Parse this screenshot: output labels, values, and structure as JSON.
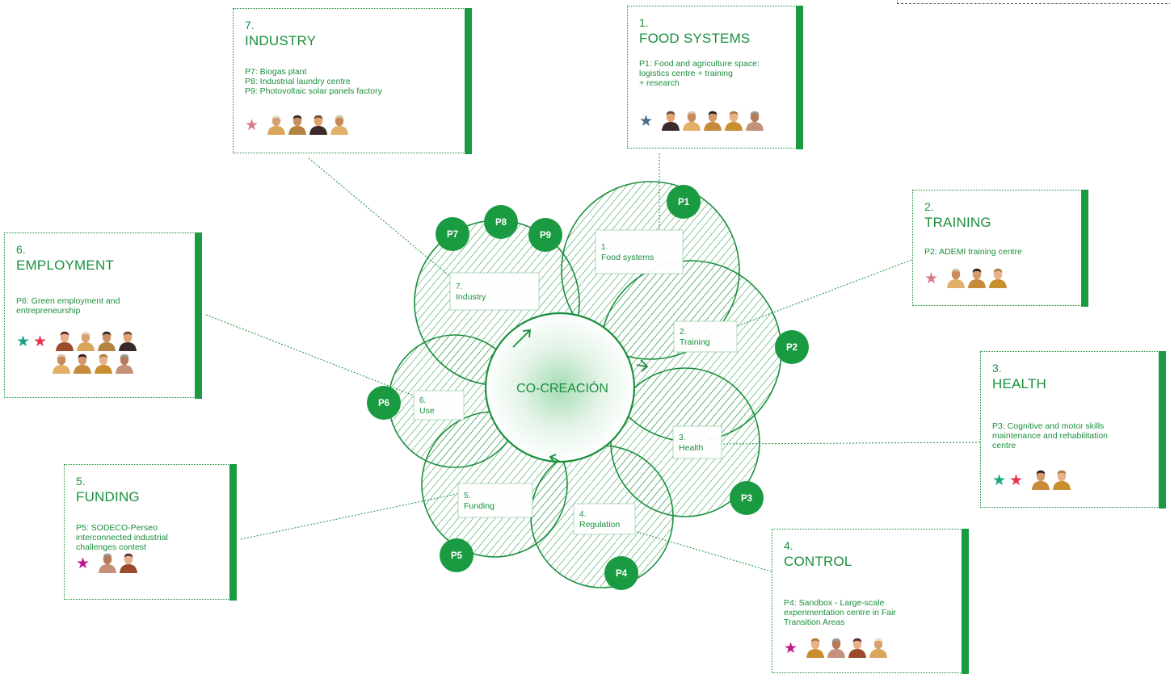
{
  "center": {
    "label": "CO-CREACIÓN"
  },
  "petals": [
    {
      "num": "1.",
      "label": "Food systems"
    },
    {
      "num": "2.",
      "label": "Training"
    },
    {
      "num": "3.",
      "label": "Health"
    },
    {
      "num": "4.",
      "label": "Regulation"
    },
    {
      "num": "5.",
      "label": "Funding"
    },
    {
      "num": "6.",
      "label": "Use"
    },
    {
      "num": "7.",
      "label": "Industry"
    }
  ],
  "badges": [
    "P1",
    "P2",
    "P3",
    "P4",
    "P5",
    "P6",
    "P7",
    "P8",
    "P9"
  ],
  "cards": [
    {
      "num": "1.",
      "title": "FOOD SYSTEMS",
      "lines": [
        "P1: Food and agriculture space:",
        "logistics centre + training",
        "+ research"
      ],
      "stars": [
        "#4a6b8a"
      ],
      "people": 5
    },
    {
      "num": "2.",
      "title": "TRAINING",
      "lines": [
        "P2: ADEMI training centre"
      ],
      "stars": [
        "#d77a8a"
      ],
      "people": 3
    },
    {
      "num": "3.",
      "title": "HEALTH",
      "lines": [
        "P3: Cognitive and motor skills",
        "maintenance and rehabilitation",
        "centre"
      ],
      "stars": [
        "#1aa383",
        "#e8334f"
      ],
      "people": 2
    },
    {
      "num": "4.",
      "title": "CONTROL",
      "lines": [
        "P4: Sandbox - Large-scale",
        "experimentation centre in Fair",
        "Transition Areas"
      ],
      "stars": [
        "#c0198c"
      ],
      "people": 4
    },
    {
      "num": "5.",
      "title": "FUNDING",
      "lines": [
        "P5: SODECO-Perseo",
        "interconnected industrial",
        "challenges contest"
      ],
      "stars": [
        "#c0198c"
      ],
      "people": 2
    },
    {
      "num": "6.",
      "title": "EMPLOYMENT",
      "lines": [
        "P6: Green employment and",
        "entrepreneurship"
      ],
      "stars": [
        "#1aa383",
        "#e8334f"
      ],
      "people": 8
    },
    {
      "num": "7.",
      "title": "INDUSTRY",
      "lines": [
        "P7: Biogas plant",
        "P8: Industrial laundry centre",
        "P9: Photovoltaic solar panels factory"
      ],
      "stars": [
        "#d77a8a"
      ],
      "people": 4
    }
  ],
  "colors": {
    "green": "#1a8f3c",
    "accent": "#1a9a41"
  }
}
